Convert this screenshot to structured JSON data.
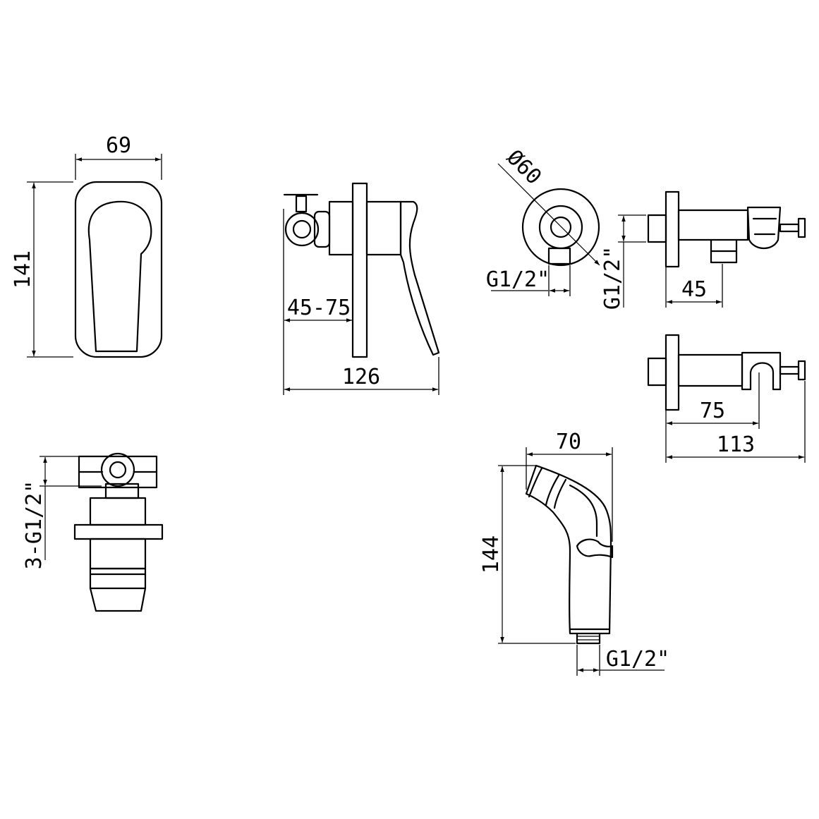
{
  "dimensions": {
    "plate_width": "69",
    "plate_height": "141",
    "wall_depth_range": "45-75",
    "mixer_length": "126",
    "outlet_diameter": "Ø60",
    "outlet_thread_front": "G1/2\"",
    "outlet_thread_side": "G1/2\"",
    "outlet_projection": "45",
    "holder_projection": "75",
    "holder_length": "113",
    "body_connections": "3-G1/2\"",
    "spray_width": "70",
    "spray_height": "144",
    "spray_thread": "G1/2\""
  }
}
